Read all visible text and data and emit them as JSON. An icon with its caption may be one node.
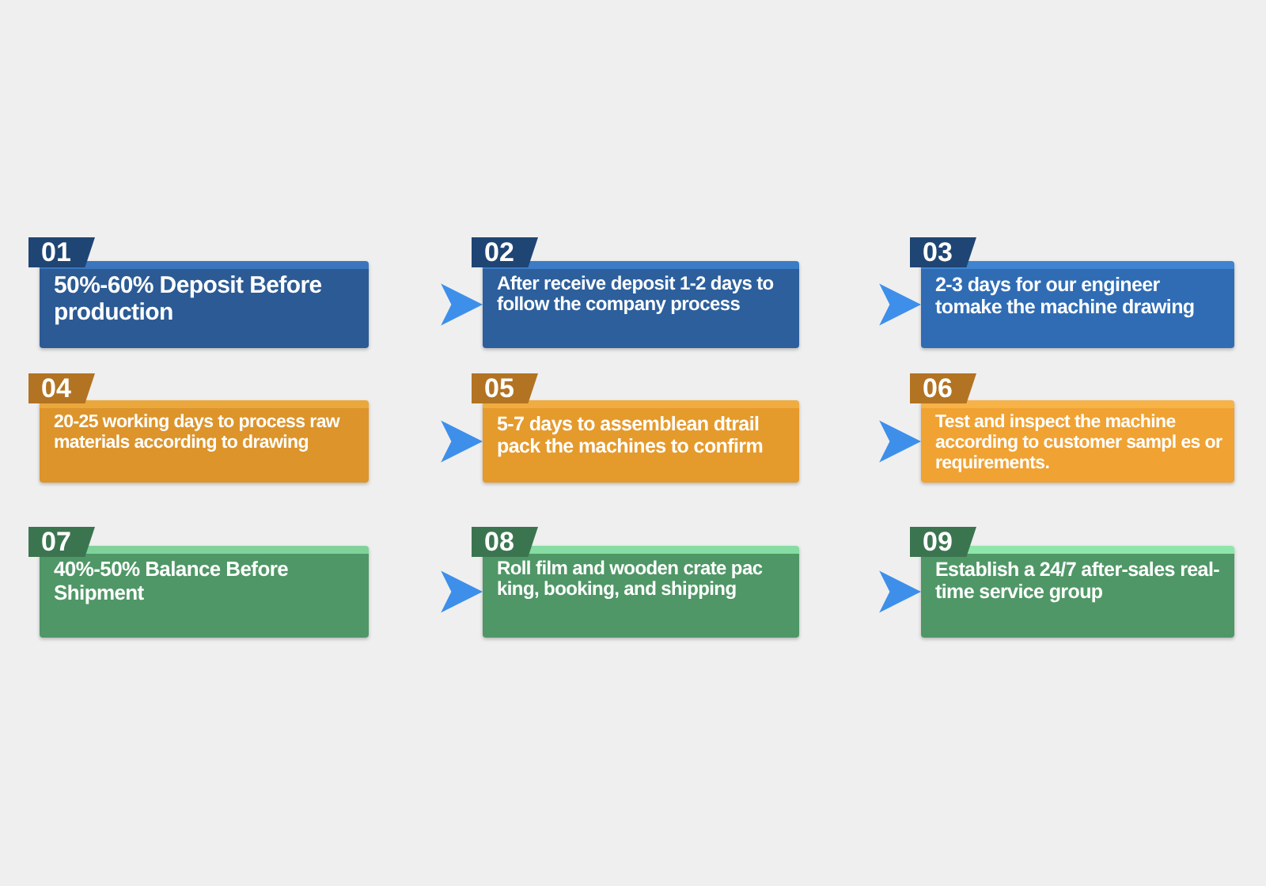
{
  "diagram": {
    "nodes": [
      {
        "text": [
          "01",
          "50%-60% Deposit Before production"
        ]
      },
      {
        "text": [
          "02",
          "After receive deposit 1-2 days to follow the company process"
        ]
      },
      {
        "text": [
          "03",
          "2-3 days for our engineer tomake the machine drawing"
        ]
      },
      {
        "text": [
          "04",
          "20-25 working days to process raw materials according to drawing"
        ]
      },
      {
        "text": [
          "05",
          "5-7 days to assemblean dtrail pack the machines to confirm"
        ]
      },
      {
        "text": [
          "06",
          "Test and inspect the machine according to customer sampl es or requirements."
        ]
      },
      {
        "text": [
          "07",
          "40%-50% Balance Before Shipment"
        ]
      },
      {
        "text": [
          "08",
          "Roll film and wooden crate pac king, booking, and shipping"
        ]
      },
      {
        "text": [
          "09",
          "Establish a 24/7 after-sales real-time service group"
        ]
      }
    ],
    "edges": [
      {
        "from": 0,
        "to": 1,
        "arrow": "to"
      },
      {
        "from": 1,
        "to": 2,
        "arrow": "to"
      },
      {
        "from": 3,
        "to": 4,
        "arrow": "to"
      },
      {
        "from": 4,
        "to": 5,
        "arrow": "to"
      },
      {
        "from": 6,
        "to": 7,
        "arrow": "to"
      },
      {
        "from": 7,
        "to": 8,
        "arrow": "to"
      }
    ]
  }
}
